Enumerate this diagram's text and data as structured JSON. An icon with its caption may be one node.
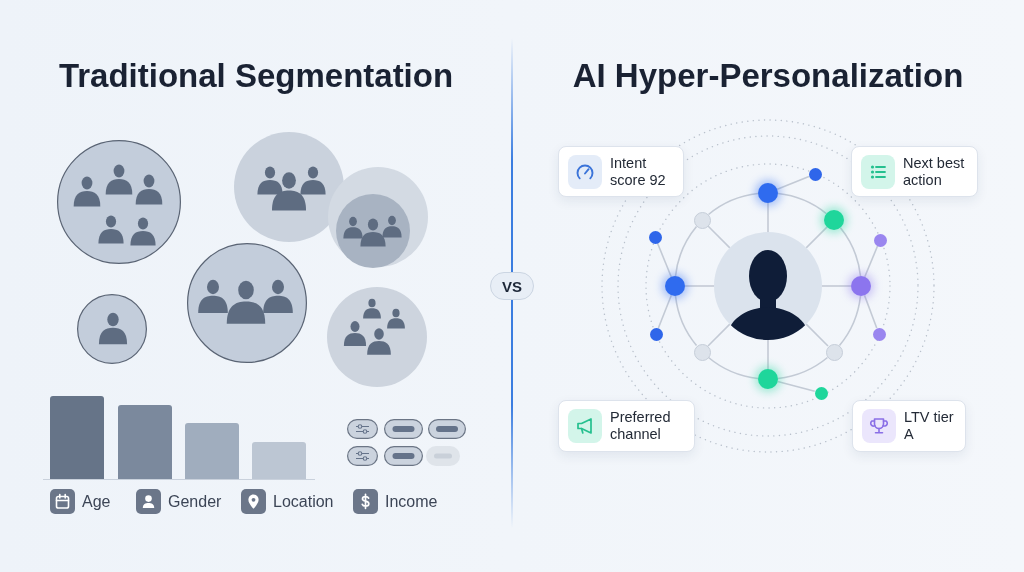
{
  "diagram": {
    "nodes": [
      {
        "text": [
          "Intent score 92"
        ]
      },
      {
        "text": [
          "Next best action"
        ]
      },
      {
        "text": [
          "VS"
        ]
      },
      {
        "text": [],
        "shape": "person"
      },
      {
        "text": [],
        "shape": "circle"
      },
      {
        "text": [],
        "shape": "circle"
      },
      {
        "text": [],
        "shape": "circle"
      },
      {
        "text": [],
        "shape": "circle"
      },
      {
        "text": [],
        "shape": "circle"
      },
      {
        "text": [],
        "shape": "circle"
      },
      {
        "text": [],
        "shape": "circle"
      },
      {
        "text": [],
        "shape": "circle"
      },
      {
        "text": [],
        "shape": "circle"
      },
      {
        "text": [],
        "shape": "circle"
      },
      {
        "text": [],
        "shape": "circle"
      },
      {
        "text": [],
        "shape": "circle"
      },
      {
        "text": [],
        "shape": "circle"
      },
      {
        "text": [],
        "shape": "circle"
      },
      {
        "text": [
          "Preferred channel"
        ]
      },
      {
        "text": [
          "LTV tier A"
        ]
      }
    ],
    "edges": [
      {
        "from": 3,
        "to": 4,
        "arrow": "none"
      },
      {
        "from": 3,
        "to": 5,
        "arrow": "none"
      },
      {
        "from": 3,
        "to": 6,
        "arrow": "none"
      },
      {
        "from": 3,
        "to": 7,
        "arrow": "none"
      },
      {
        "from": 3,
        "to": 8,
        "arrow": "none"
      },
      {
        "from": 3,
        "to": 9,
        "arrow": "none"
      },
      {
        "from": 3,
        "to": 10,
        "arrow": "none"
      },
      {
        "from": 3,
        "to": 11,
        "arrow": "none"
      },
      {
        "from": 4,
        "to": 5,
        "arrow": "none"
      },
      {
        "from": 5,
        "to": 6,
        "arrow": "none"
      },
      {
        "from": 6,
        "to": 7,
        "arrow": "none"
      },
      {
        "from": 7,
        "to": 8,
        "arrow": "none"
      },
      {
        "from": 8,
        "to": 9,
        "arrow": "none"
      },
      {
        "from": 9,
        "to": 10,
        "arrow": "none"
      },
      {
        "from": 10,
        "to": 11,
        "arrow": "none"
      },
      {
        "from": 11,
        "to": 4,
        "arrow": "none"
      },
      {
        "from": 4,
        "to": 12,
        "arrow": "none"
      },
      {
        "from": 6,
        "to": 13,
        "arrow": "none"
      },
      {
        "from": 6,
        "to": 14,
        "arrow": "none"
      },
      {
        "from": 8,
        "to": 15,
        "arrow": "none"
      },
      {
        "from": 10,
        "to": 16,
        "arrow": "none"
      },
      {
        "from": 10,
        "to": 17,
        "arrow": "none"
      }
    ],
    "labels": [
      "Traditional Segmentation",
      "AI Hyper-Personalization",
      "Age",
      "Gender",
      "Location",
      "Income"
    ]
  }
}
